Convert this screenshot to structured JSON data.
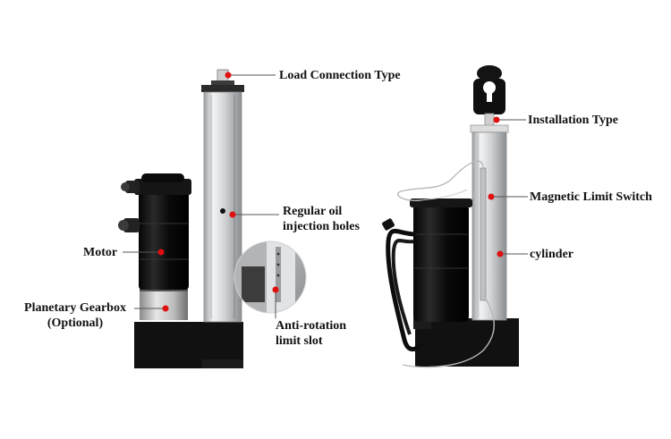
{
  "colors": {
    "background": "#ffffff",
    "marker": "#e01010",
    "leader_line": "#555555",
    "motor_body": "#0c0c0c",
    "tube": "#d7d9db",
    "base": "#111111",
    "label_text": "#111111"
  },
  "labels": {
    "load_connection": "Load Connection Type",
    "regular_oil_line1": "Regular oil",
    "regular_oil_line2": "injection holes",
    "motor": "Motor",
    "gearbox_line1": "Planetary Gearbox",
    "gearbox_line2": "(Optional)",
    "anti_rotation_line1": "Anti-rotation",
    "anti_rotation_line2": "limit slot",
    "installation_type": "Installation Type",
    "magnetic_limit_switch": "Magnetic Limit Switch",
    "cylinder": "cylinder"
  },
  "icons": {
    "callout_marker": "red-dot"
  }
}
